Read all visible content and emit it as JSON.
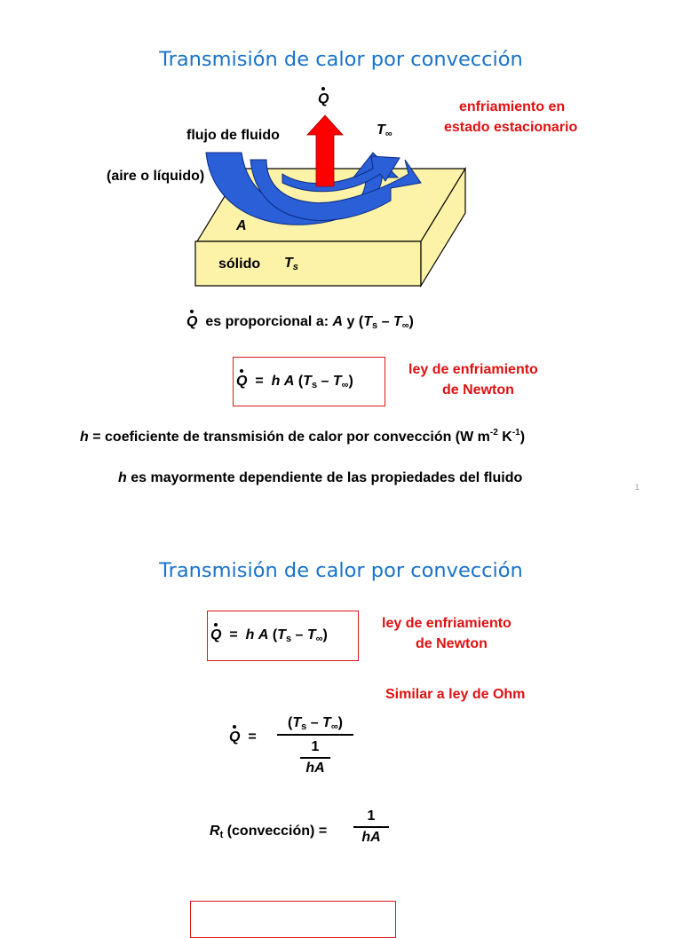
{
  "slide1": {
    "title": "Transmisión de calor por convección",
    "diagram": {
      "q_symbol": "Q",
      "t_inf": "T",
      "t_inf_sub": "∞",
      "flow_label": "flujo de fluido",
      "flow_sub_label": "(aire o líquido)",
      "area_label": "A",
      "solid_label": "sólido",
      "ts_label": "T",
      "ts_sub": "s",
      "steady_line1": "enfriamiento en",
      "steady_line2": "estado estacionario",
      "colors": {
        "arrow_blue": "#2a5fd8",
        "arrow_red": "#ff0000",
        "solid_fill": "#fdf3a8"
      }
    },
    "proportional": {
      "q": "Q",
      "text": "es proporcional a:",
      "a": "A",
      "y": "y",
      "open": "(",
      "ts": "T",
      "ts_sub": "s",
      "minus": "–",
      "tinf": "T",
      "tinf_sub": "∞",
      "close": ")"
    },
    "formula": {
      "q": "Q",
      "eq": "=",
      "h": "h",
      "a": "A",
      "open": "(",
      "ts": "T",
      "ts_sub": "s",
      "minus": "–",
      "tinf": "T",
      "tinf_sub": "∞",
      "close": ")"
    },
    "newton_line1": "ley de enfriamiento",
    "newton_line2": "de Newton",
    "h_def": {
      "h": "h",
      "text": "= coeficiente de transmisión de calor por convección (W m",
      "exp1": "-2",
      "k": " K",
      "exp2": "-1",
      "close": ")"
    },
    "h_dep": {
      "h": "h",
      "text": "es mayormente dependiente de las propiedades del fluido"
    },
    "page_number": "1"
  },
  "slide2": {
    "title": "Transmisión de calor por convección",
    "formula": {
      "q": "Q",
      "eq": "=",
      "h": "h",
      "a": "A",
      "open": "(",
      "ts": "T",
      "ts_sub": "s",
      "minus": "–",
      "tinf": "T",
      "tinf_sub": "∞",
      "close": ")"
    },
    "newton_line1": "ley de enfriamiento",
    "newton_line2": "de Newton",
    "ohm": "Similar a ley de Ohm",
    "qfrac": {
      "q": "Q",
      "eq": "=",
      "num_open": "(",
      "num_ts": "T",
      "num_ts_sub": "s",
      "num_minus": "–",
      "num_tinf": "T",
      "num_tinf_sub": "∞",
      "num_close": ")",
      "inner_num": "1",
      "inner_den": "hA"
    },
    "resistance": {
      "r": "R",
      "r_sub": "t",
      "text": "(convección) =",
      "num": "1",
      "den": "hA"
    }
  }
}
